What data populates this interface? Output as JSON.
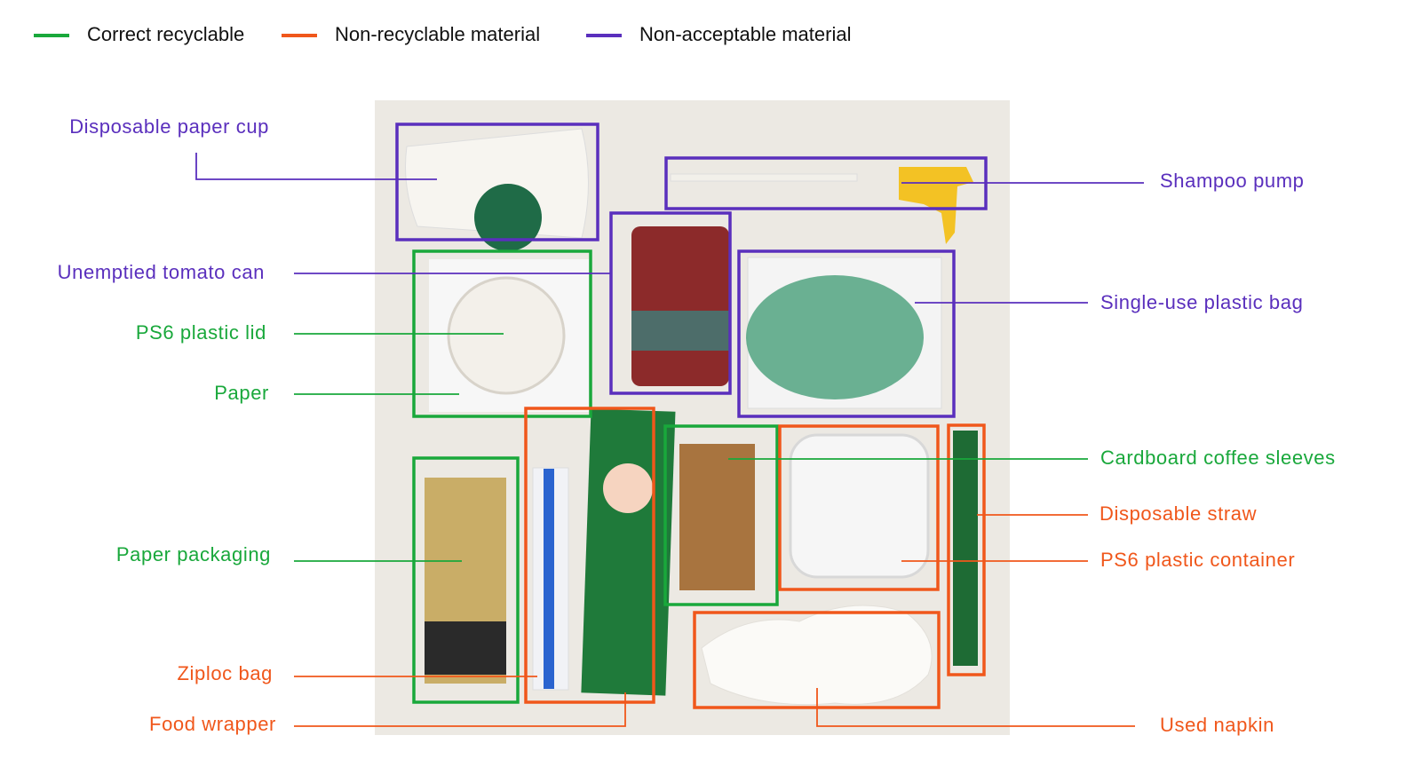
{
  "colors": {
    "correct": "#19a83b",
    "nonrecyclable": "#f0571b",
    "nonacceptable": "#5a2fbd",
    "photo_background": "#ece9e3"
  },
  "legend": [
    {
      "key": "correct",
      "label": "Correct recyclable"
    },
    {
      "key": "nonrecyclable",
      "label": "Non-recyclable material"
    },
    {
      "key": "nonacceptable",
      "label": "Non-acceptable material"
    }
  ],
  "items": [
    {
      "label": "Disposable paper cup",
      "category": "nonacceptable"
    },
    {
      "label": "Shampoo pump",
      "category": "nonacceptable"
    },
    {
      "label": "Unemptied tomato can",
      "category": "nonacceptable"
    },
    {
      "label": "Single-use plastic bag",
      "category": "nonacceptable"
    },
    {
      "label": "PS6 plastic lid",
      "category": "correct"
    },
    {
      "label": "Paper",
      "category": "correct"
    },
    {
      "label": "Cardboard coffee sleeves",
      "category": "correct"
    },
    {
      "label": "Disposable straw",
      "category": "nonrecyclable"
    },
    {
      "label": "PS6 plastic container",
      "category": "nonrecyclable"
    },
    {
      "label": "Paper packaging",
      "category": "correct"
    },
    {
      "label": "Ziploc bag",
      "category": "nonrecyclable"
    },
    {
      "label": "Food wrapper",
      "category": "nonrecyclable"
    },
    {
      "label": "Used napkin",
      "category": "nonrecyclable"
    }
  ]
}
